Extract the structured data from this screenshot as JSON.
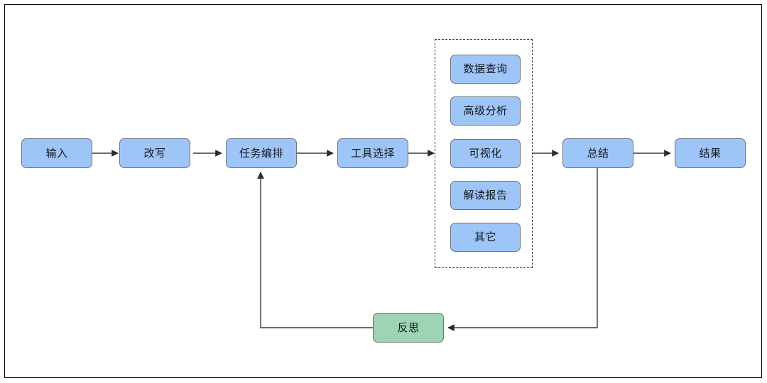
{
  "diagram": {
    "title": "Agent workflow flowchart",
    "background": "#ffffff",
    "frame_color": "#000000",
    "node_fill_blue": "#9ec5f7",
    "node_fill_green": "#9ed4b4",
    "node_border": "#6a7480",
    "connector_color": "#3a3a3a",
    "group_border_style": "dashed"
  },
  "main_flow": [
    {
      "id": "input",
      "label": "输入"
    },
    {
      "id": "rewrite",
      "label": "改写"
    },
    {
      "id": "task-orchestration",
      "label": "任务编排"
    },
    {
      "id": "tool-selection",
      "label": "工具选择"
    },
    {
      "id": "summary",
      "label": "总结"
    },
    {
      "id": "result",
      "label": "结果"
    }
  ],
  "tool_group": {
    "items": [
      {
        "id": "data-query",
        "label": "数据查询"
      },
      {
        "id": "advanced-analysis",
        "label": "高级分析"
      },
      {
        "id": "visualization",
        "label": "可视化"
      },
      {
        "id": "interpretation-report",
        "label": "解读报告"
      },
      {
        "id": "other",
        "label": "其它"
      }
    ]
  },
  "feedback": {
    "id": "reflection",
    "label": "反思"
  }
}
